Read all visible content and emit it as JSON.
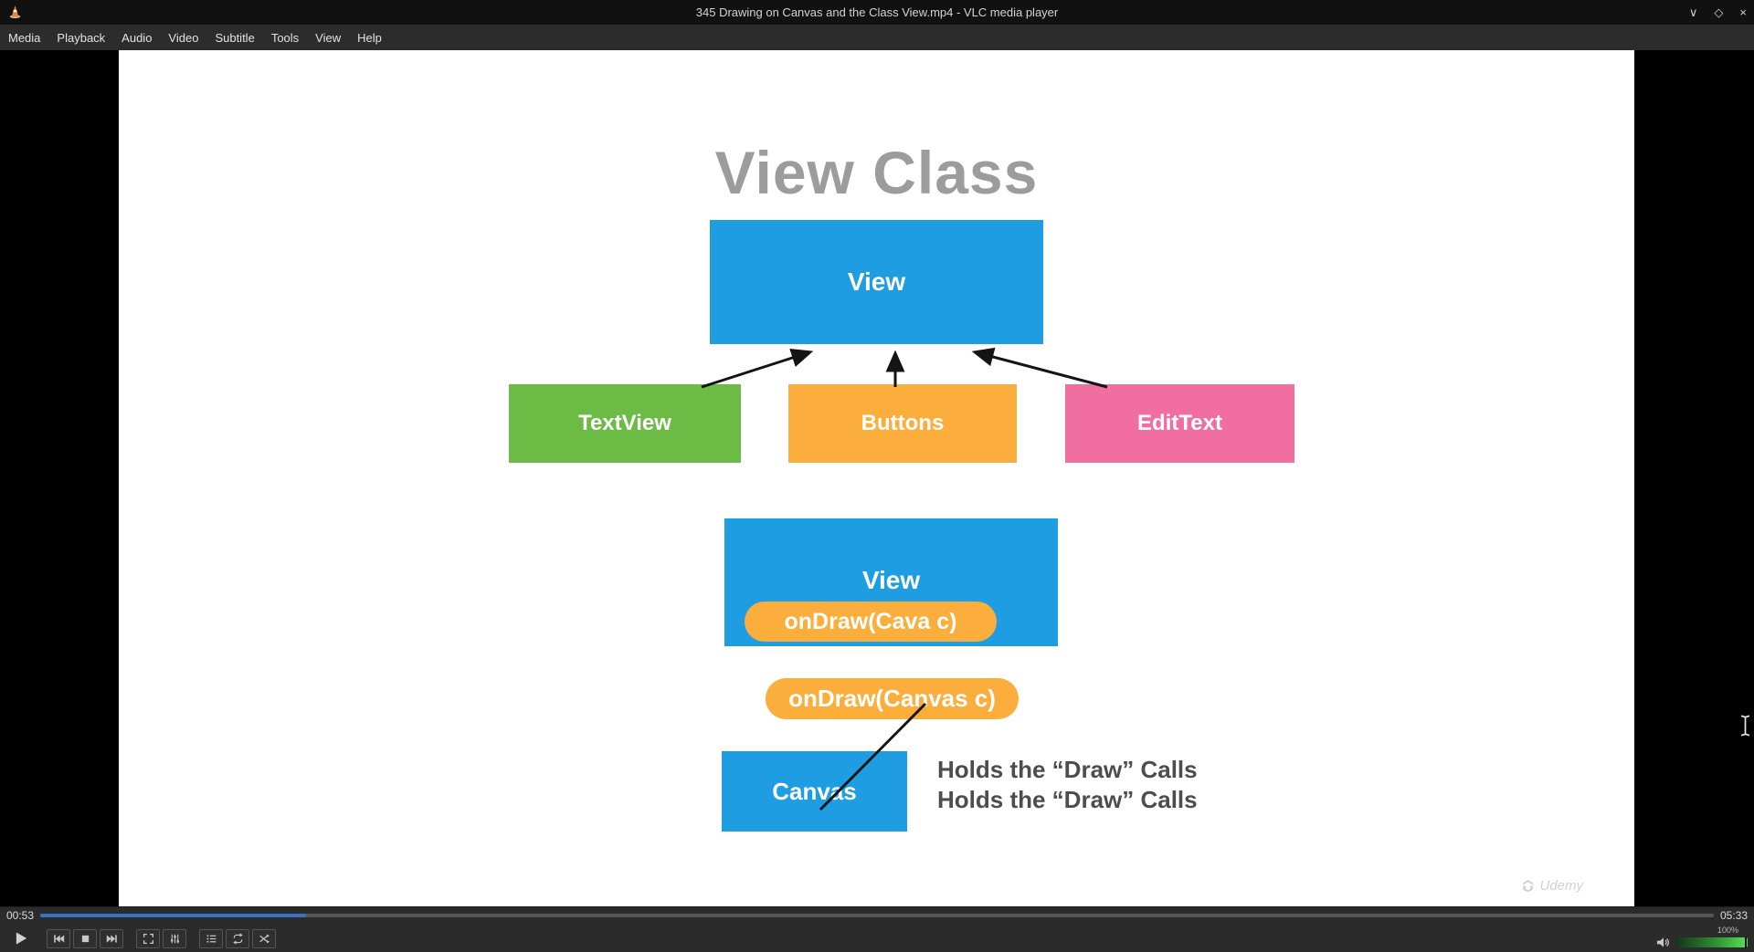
{
  "window": {
    "title": "345 Drawing on Canvas and the Class View.mp4 - VLC media player",
    "controls": {
      "minimize": "∨",
      "maximize": "◇",
      "close": "×"
    }
  },
  "menu": {
    "items": [
      "Media",
      "Playback",
      "Audio",
      "Video",
      "Subtitle",
      "Tools",
      "View",
      "Help"
    ]
  },
  "video": {
    "slide": {
      "title": "View Class",
      "view_top_label": "View",
      "textview_label": "TextView",
      "buttons_label": "Buttons",
      "edittext_label": "EditText",
      "view_bottom_label": "View",
      "ondraw_inner_label": "onDraw(Cava c)",
      "ondraw_outer_label": "onDraw(Canvas c)",
      "canvas_label": "Canvas",
      "note_line1": "Holds the “Draw” Calls",
      "note_line2": "Holds the “Draw” Calls",
      "watermark": "Udemy"
    },
    "colors": {
      "box_blue": "#1e9de3",
      "box_green": "#6cbb44",
      "box_orange": "#fbae3c",
      "box_pink": "#f06fa0",
      "slide_title_gray": "#9c9c9c"
    }
  },
  "transport": {
    "elapsed": "00:53",
    "duration": "05:33",
    "progress_percent": 15.9,
    "volume_label": "100%",
    "seek_progress_color": "#3973c0"
  },
  "controls": {
    "buttons": [
      "play",
      "previous",
      "stop",
      "next",
      "fullscreen",
      "extended-settings",
      "playlist",
      "loop",
      "random"
    ]
  }
}
